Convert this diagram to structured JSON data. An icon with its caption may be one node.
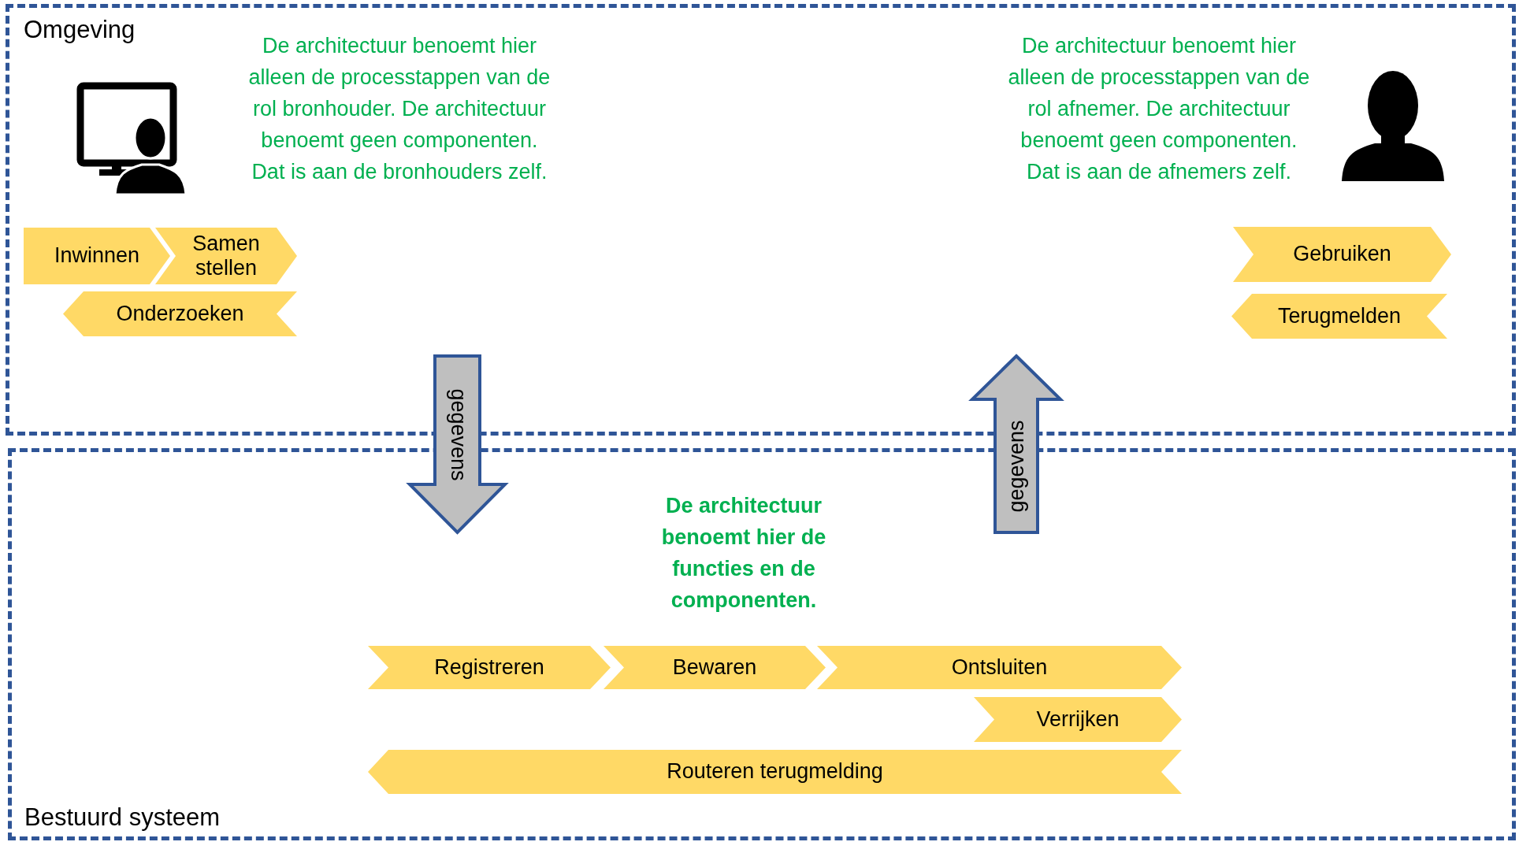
{
  "diagram": {
    "nodes": [
      {
        "text": [
          "Omgeving"
        ]
      },
      {
        "text": [
          "Inwinnen"
        ],
        "in": 0
      },
      {
        "text": [
          "Samen stellen"
        ],
        "in": 0
      },
      {
        "text": [
          "Onderzoeken"
        ],
        "in": 0
      },
      {
        "text": [
          "Gebruiken"
        ],
        "in": 0
      },
      {
        "text": [
          "Terugmelden"
        ],
        "in": 0
      },
      {
        "text": [
          "Bestuurd systeem"
        ]
      },
      {
        "text": [
          "Registreren"
        ],
        "in": 6
      },
      {
        "text": [
          "Bewaren"
        ],
        "in": 6
      },
      {
        "text": [
          "Ontsluiten"
        ],
        "in": 6
      },
      {
        "text": [
          "Verrijken"
        ],
        "in": 6
      },
      {
        "text": [
          "Routeren terugmelding"
        ],
        "in": 6
      },
      {
        "text": [
          "gegevens"
        ]
      },
      {
        "text": [
          "gegevens"
        ]
      }
    ],
    "labels": [
      "De architectuur benoemt hier alleen de processtappen van de rol bronhouder. De architectuur benoemt geen componenten. Dat is aan de bronhouders zelf.",
      "De architectuur benoemt hier alleen de processtappen van de rol afnemer. De architectuur benoemt geen componenten. Dat is aan de afnemers zelf.",
      "De architectuur benoemt hier de functies en de componenten."
    ]
  }
}
